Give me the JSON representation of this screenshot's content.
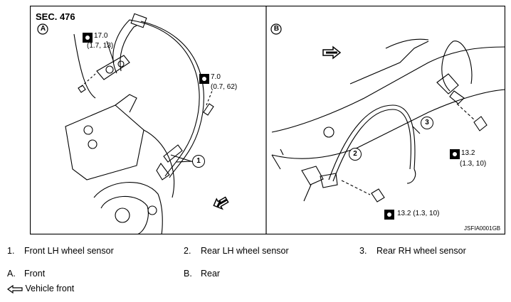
{
  "figure": {
    "section": "SEC. 476",
    "panel_a": {
      "marker": "A"
    },
    "panel_b": {
      "marker": "B"
    },
    "torque_a1": {
      "value": "17.0",
      "alt": "(1.7, 13)"
    },
    "torque_a2": {
      "value": "7.0",
      "alt": "(0.7, 62)"
    },
    "torque_b1": {
      "value": "13.2",
      "alt": "(1.3, 10)"
    },
    "torque_b2": {
      "text": "13.2 (1.3, 10)"
    },
    "callouts": [
      "1",
      "2",
      "3"
    ],
    "code": "JSFIA0001GB"
  },
  "legend": {
    "items": [
      {
        "num": "1.",
        "label": "Front LH wheel sensor"
      },
      {
        "num": "2.",
        "label": "Rear LH wheel sensor"
      },
      {
        "num": "3.",
        "label": "Rear RH wheel sensor"
      },
      {
        "num": "A.",
        "label": "Front"
      },
      {
        "num": "B.",
        "label": "Rear"
      }
    ],
    "vehicle_front": "Vehicle front"
  },
  "icons": [
    "torque-icon",
    "vehicle-front-arrow-icon"
  ]
}
